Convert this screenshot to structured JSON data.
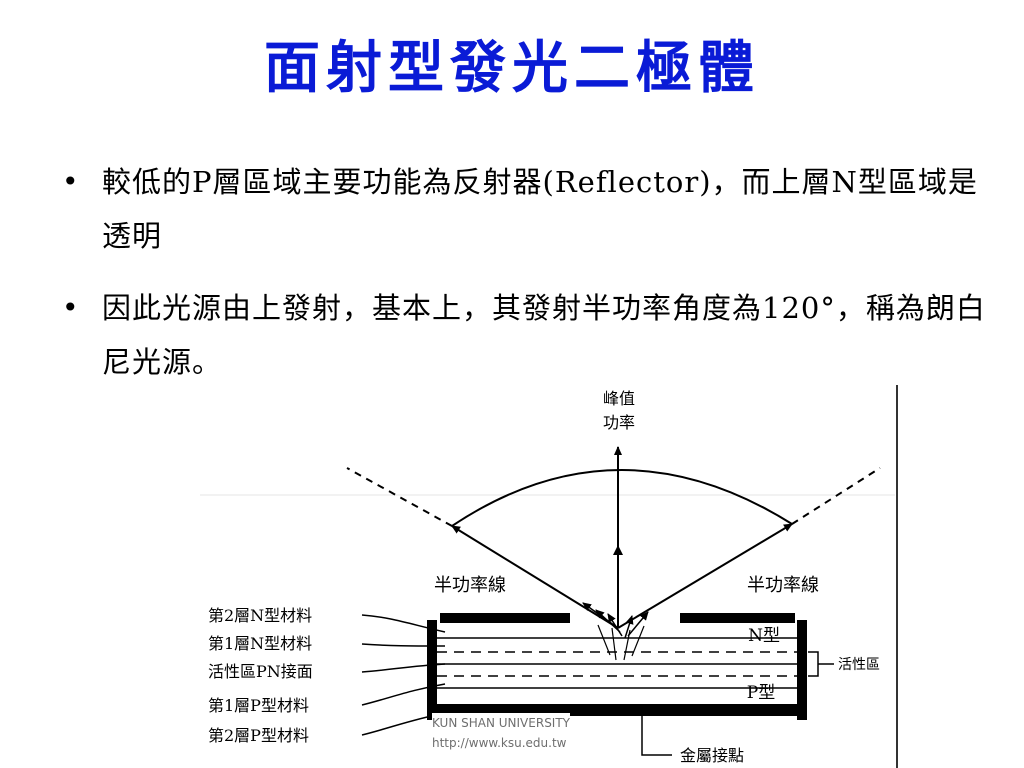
{
  "slide": {
    "title": "面射型發光二極體",
    "bullets": [
      "較低的P層區域主要功能為反射器(Reflector)，而上層N型區域是透明",
      "因此光源由上發射，基本上，其發射半功率角度為120°，稱為朗白尼光源。"
    ]
  },
  "diagram": {
    "peak_label_1": "峰值",
    "peak_label_2": "功率",
    "half_power_left": "半功率線",
    "half_power_right": "半功率線",
    "n_type_label": "N型",
    "p_type_label": "P型",
    "active_region_label": "活性區",
    "metal_contact_label": "金屬接點",
    "layer_labels": [
      "第2層N型材料",
      "第1層N型材料",
      "活性區PN接面",
      "第1層P型材料",
      "第2層P型材料"
    ]
  },
  "footer": {
    "university": "KUN SHAN UNIVERSITY",
    "url": "http://www.ksu.edu.tw"
  },
  "colors": {
    "title": "#0a1bd6",
    "text": "#000000",
    "footer": "#6e6e6e"
  }
}
